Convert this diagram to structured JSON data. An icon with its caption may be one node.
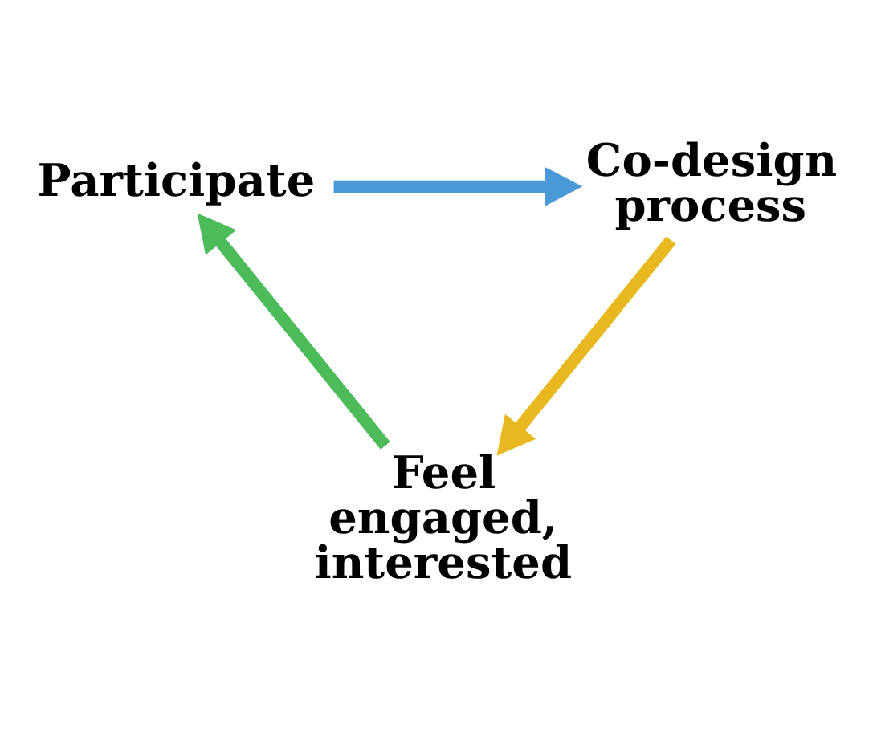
{
  "diagram": {
    "nodes": [
      {
        "text": [
          "Participate"
        ]
      },
      {
        "text": [
          "Co-design process"
        ]
      },
      {
        "text": [
          "Feel engaged, interested"
        ]
      }
    ],
    "edges": [
      {
        "from": 0,
        "to": 1,
        "arrow": "to",
        "color": "#4a9ad8"
      },
      {
        "from": 1,
        "to": 2,
        "arrow": "to",
        "color": "#e8b820"
      },
      {
        "from": 2,
        "to": 0,
        "arrow": "to",
        "color": "#4cbb5a"
      }
    ]
  }
}
